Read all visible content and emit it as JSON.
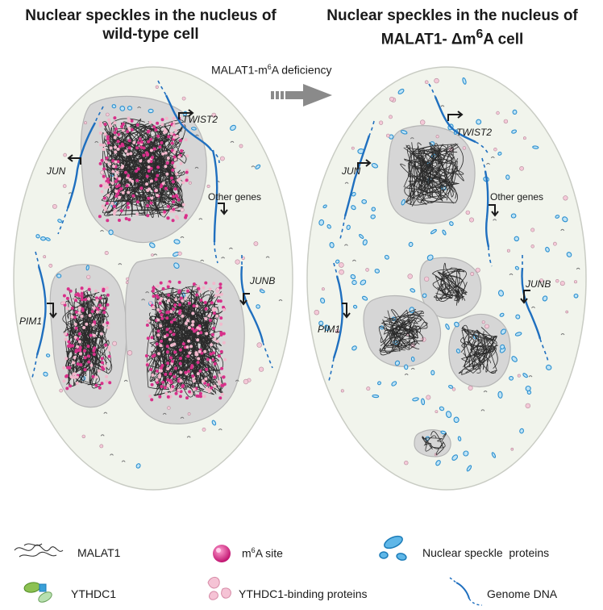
{
  "titles": {
    "left_line1": "Nuclear speckles in the nucleus of",
    "left_line2": "wild-type cell",
    "right_line1": "Nuclear speckles in the nucleus of",
    "right_line2_prefix": "MALAT1- Δm",
    "right_line2_sup": "6",
    "right_line2_suffix": "A cell"
  },
  "arrow": {
    "label_prefix": "MALAT1-m",
    "label_sup": "6",
    "label_suffix": "A deficiency"
  },
  "genes": {
    "twist2": "TWIST2",
    "jun": "JUN",
    "other": "Other genes",
    "junb": "JUNB",
    "pim1": "PIM1"
  },
  "legend": {
    "malat1": "MALAT1",
    "m6a_prefix": "m",
    "m6a_sup": "6",
    "m6a_suffix": "A site",
    "speckle_proteins": "Nuclear speckle  proteins",
    "ythdc1": "YTHDC1",
    "ythdc1_binding": "YTHDC1-binding proteins",
    "genome_dna": "Genome DNA"
  },
  "colors": {
    "nucleus_fill": "#f1f4ec",
    "speckle_fill": "#d6d6d6",
    "dna": "#1f6fbf",
    "m6a": "#d8308a",
    "protein": "#3aa0d8",
    "binding": "#f2b8cc"
  }
}
